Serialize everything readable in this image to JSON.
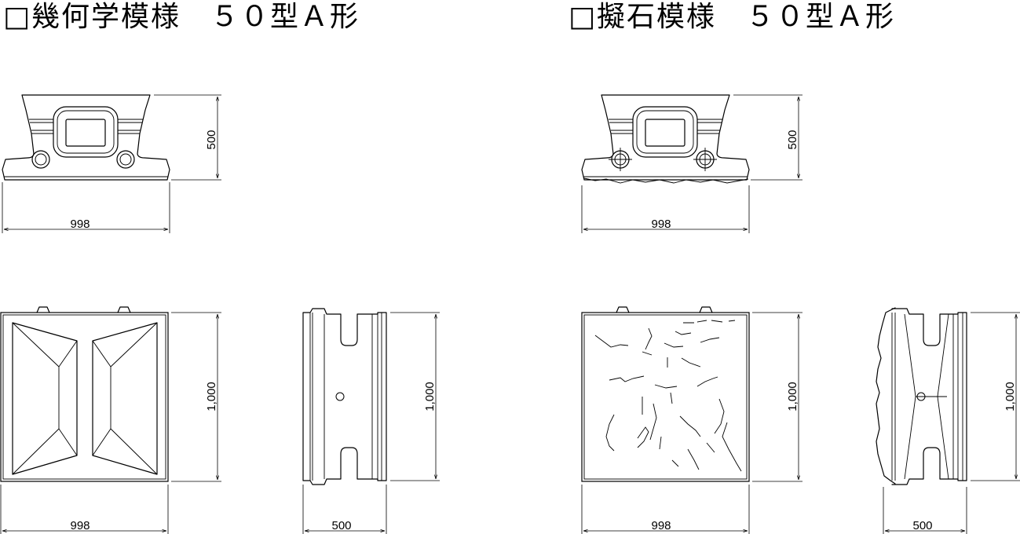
{
  "titles": {
    "left": "□幾何学模様　５０型Ａ形",
    "right": "□擬石模様　５０型Ａ形"
  },
  "dimensions": {
    "width": "998",
    "height": "500",
    "length": "1,000",
    "depth": "500"
  }
}
